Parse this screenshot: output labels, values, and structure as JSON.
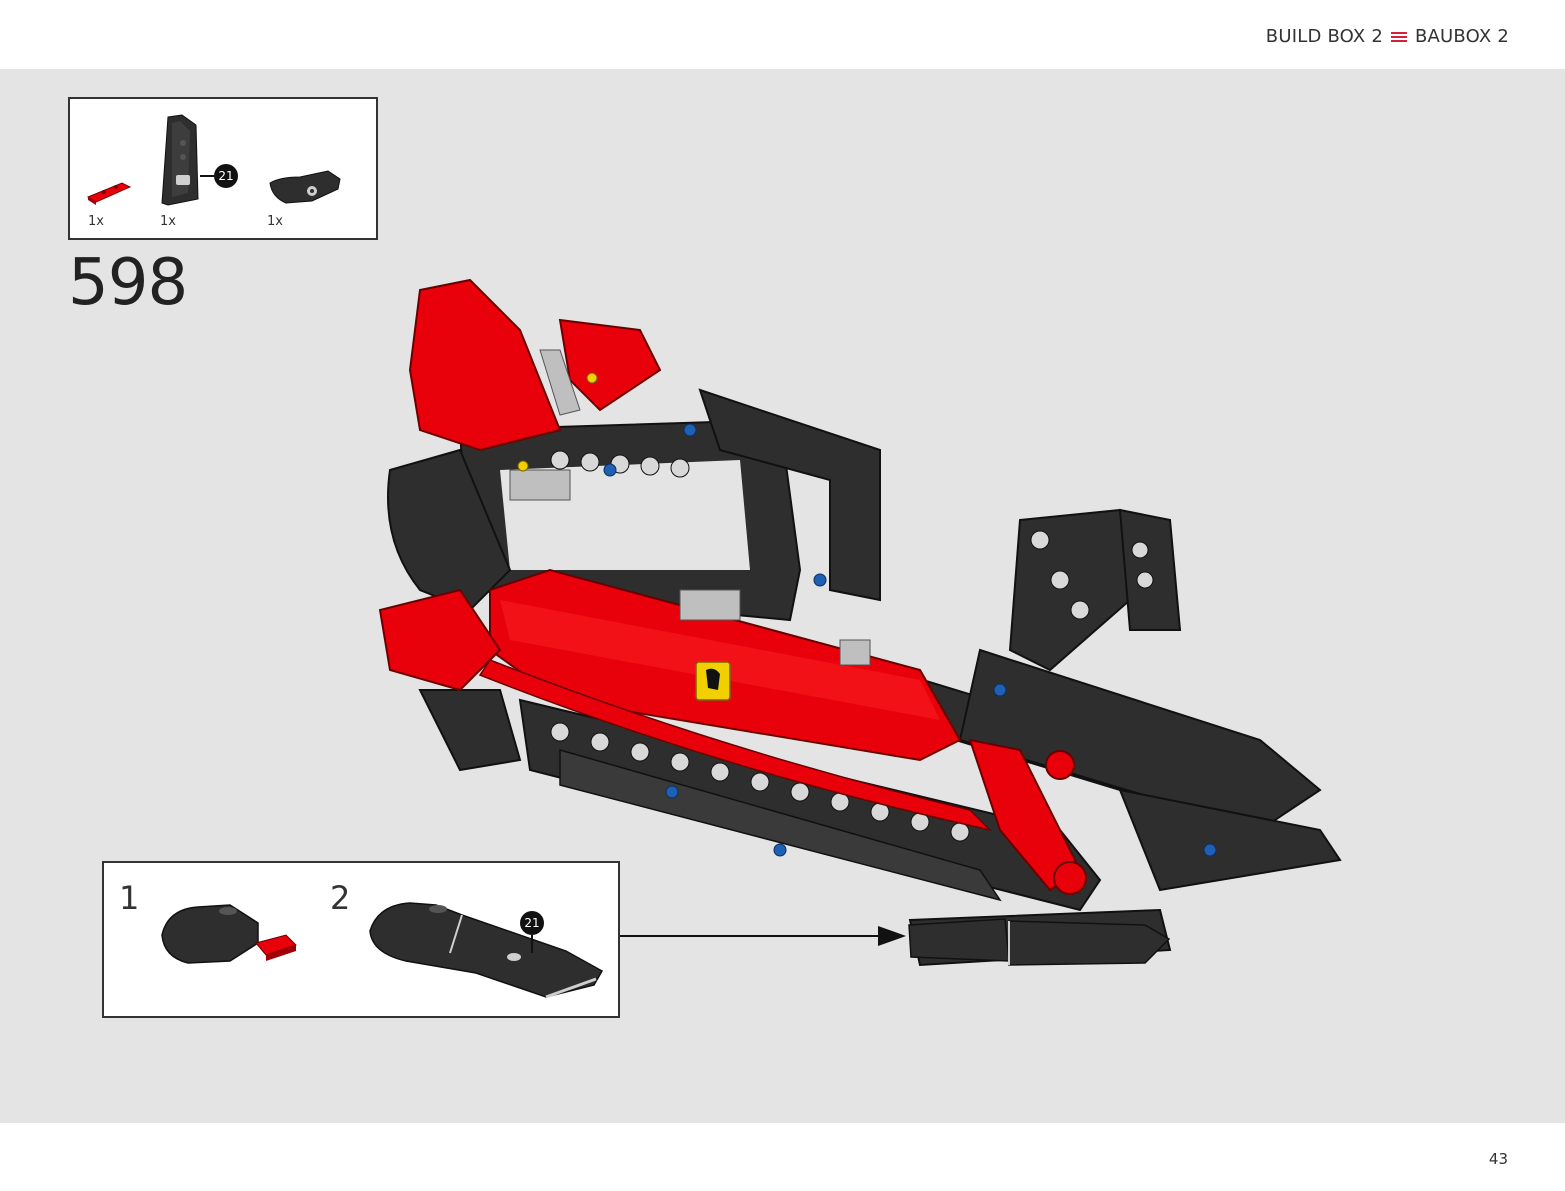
{
  "header": {
    "build_box_en": "BUILD BOX 2",
    "build_box_de": "BAUBOX 2",
    "menu_icon": "three-bars-icon",
    "accent_color": "#d4213d"
  },
  "parts_list": {
    "items": [
      {
        "icon": "red-axle-connector",
        "quantity": "1x"
      },
      {
        "icon": "black-panel-with-callout",
        "quantity": "1x",
        "callout": "21"
      },
      {
        "icon": "black-curved-panel",
        "quantity": "1x"
      }
    ]
  },
  "step": {
    "number": "598"
  },
  "subassembly": {
    "steps": [
      {
        "number": "1"
      },
      {
        "number": "2",
        "callout": "21"
      }
    ]
  },
  "colors": {
    "background": "#e4e4e4",
    "part_red": "#e8000b",
    "part_black": "#2e2e2e",
    "part_grey": "#bfbfbf",
    "part_blue": "#1f5fb4",
    "logo_yellow": "#f2d000"
  },
  "footer": {
    "page_number": "43"
  }
}
